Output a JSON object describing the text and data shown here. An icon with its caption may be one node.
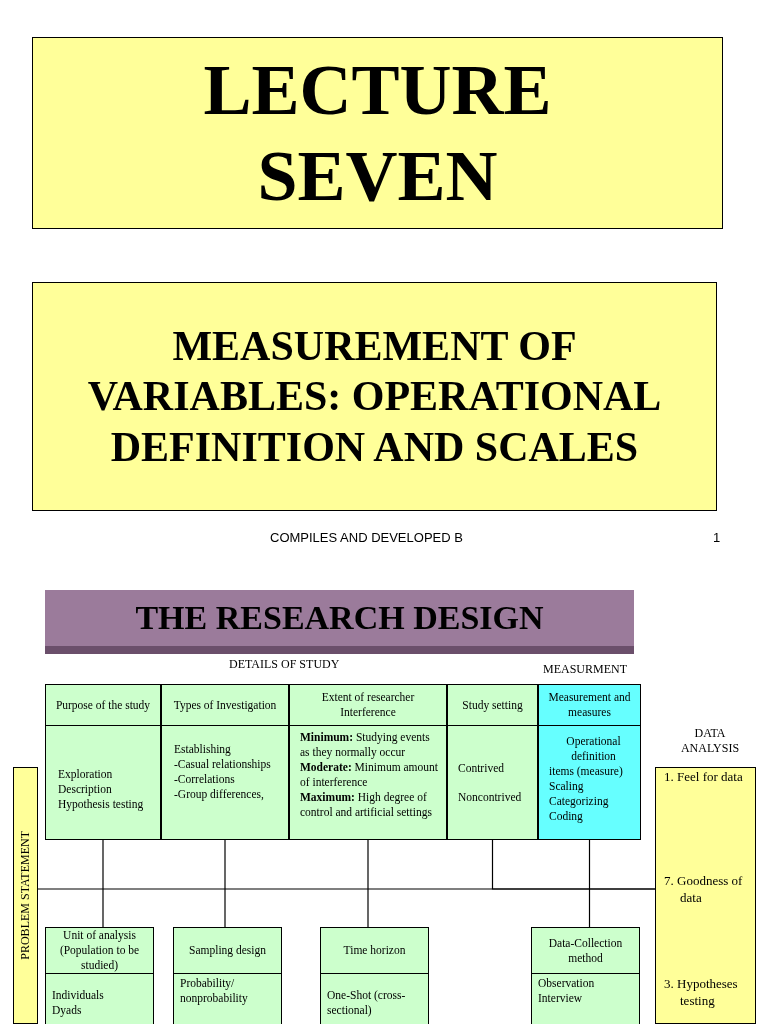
{
  "diagram": {
    "nodes": [
      {
        "text": [
          "LECTURE SEVEN"
        ]
      },
      {
        "text": [
          "MEASUREMENT OF VARIABLES: OPERATIONAL DEFINITION AND SCALES"
        ]
      },
      {
        "text": [
          "THE RESEARCH DESIGN"
        ]
      },
      {
        "text": [
          "Purpose of the study",
          "Exploration",
          "Description",
          "Hypothesis testing"
        ]
      },
      {
        "text": [
          "Types of Investigation",
          "Establishing",
          "-Casual relationships",
          "-Correlations",
          "-Group differences,"
        ]
      },
      {
        "text": [
          "Extent of researcher Interference",
          "**Minimum:** Studying events as they normally occur",
          "**Moderate:** Minimum amount of interference",
          "**Maximum:** High degree of control and artificial settings"
        ]
      },
      {
        "text": [
          "Study setting",
          "Contrived",
          "Noncontrived"
        ]
      },
      {
        "text": [
          "Measurement and measures",
          "Operational definition",
          "items (measure)",
          "Scaling",
          "Categorizing",
          "Coding"
        ]
      },
      {
        "text": [
          "PROBLEM STATEMENT"
        ]
      },
      {
        "text": [
          "1. Feel for data",
          "7. Goodness of data",
          "3. Hypotheses testing"
        ]
      },
      {
        "text": [
          "Unit of analysis (Population to be studied)",
          "Individuals",
          "Dyads"
        ]
      },
      {
        "text": [
          "Sampling design",
          "Probability/ nonprobability"
        ]
      },
      {
        "text": [
          "Time horizon",
          "One-Shot (cross-sectional)"
        ]
      },
      {
        "text": [
          "Data-Collection method",
          "Observation",
          "Interview"
        ]
      }
    ],
    "edges": [
      {
        "from": 3,
        "to": 10,
        "arrow": "none"
      },
      {
        "from": 4,
        "to": 11,
        "arrow": "none"
      },
      {
        "from": 5,
        "to": 12,
        "arrow": "none"
      },
      {
        "from": 6,
        "to": 9,
        "arrow": "none"
      },
      {
        "from": 7,
        "to": 13,
        "arrow": "none"
      },
      {
        "from": 8,
        "to": 9,
        "arrow": "none"
      }
    ],
    "labels": [
      "COMPILES AND DEVELOPED B",
      "1",
      "DETAILS OF STUDY",
      "MEASURMENT",
      "DATA ANALYSIS"
    ]
  }
}
